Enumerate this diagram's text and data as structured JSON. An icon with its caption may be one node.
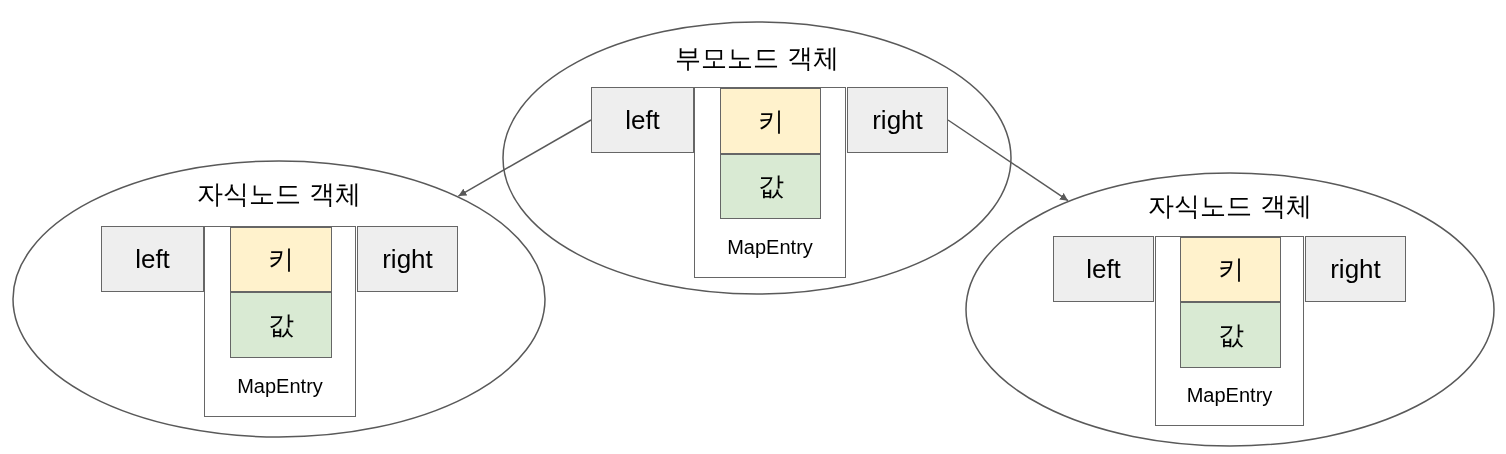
{
  "diagram": {
    "nodes": [
      {
        "text": [
          "부모노드 객체"
        ]
      },
      {
        "text": [
          "left"
        ],
        "in": 0
      },
      {
        "text": [
          "MapEntry"
        ],
        "in": 0
      },
      {
        "text": [
          "키"
        ],
        "in": 2
      },
      {
        "text": [
          "값"
        ],
        "in": 2
      },
      {
        "text": [
          "right"
        ],
        "in": 0
      },
      {
        "text": [
          "자식노드 객체"
        ]
      },
      {
        "text": [
          "left"
        ],
        "in": 6
      },
      {
        "text": [
          "MapEntry"
        ],
        "in": 6
      },
      {
        "text": [
          "키"
        ],
        "in": 8
      },
      {
        "text": [
          "값"
        ],
        "in": 8
      },
      {
        "text": [
          "right"
        ],
        "in": 6
      },
      {
        "text": [
          "자식노드 객체"
        ]
      },
      {
        "text": [
          "left"
        ],
        "in": 12
      },
      {
        "text": [
          "MapEntry"
        ],
        "in": 12
      },
      {
        "text": [
          "키"
        ],
        "in": 14
      },
      {
        "text": [
          "값"
        ],
        "in": 14
      },
      {
        "text": [
          "right"
        ],
        "in": 12
      }
    ],
    "edges": [
      {
        "from": 1,
        "to": 6,
        "arrow": "to"
      },
      {
        "from": 5,
        "to": 12,
        "arrow": "to"
      }
    ]
  }
}
